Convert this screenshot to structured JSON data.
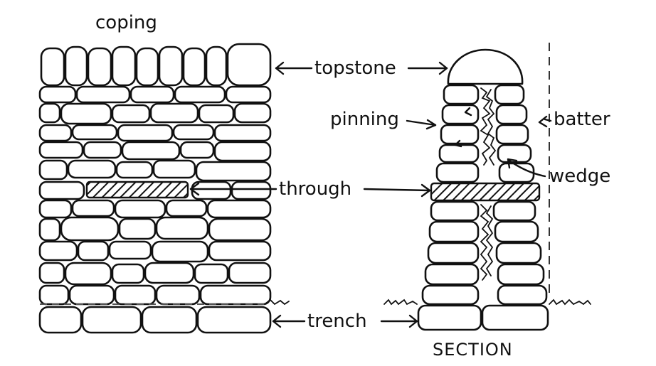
{
  "labels": {
    "coping": "coping",
    "topstone": "topstone",
    "pinning": "pinning",
    "batter": "batter",
    "wedge": "wedge",
    "through": "through",
    "trench": "trench",
    "section": "SECTION"
  }
}
